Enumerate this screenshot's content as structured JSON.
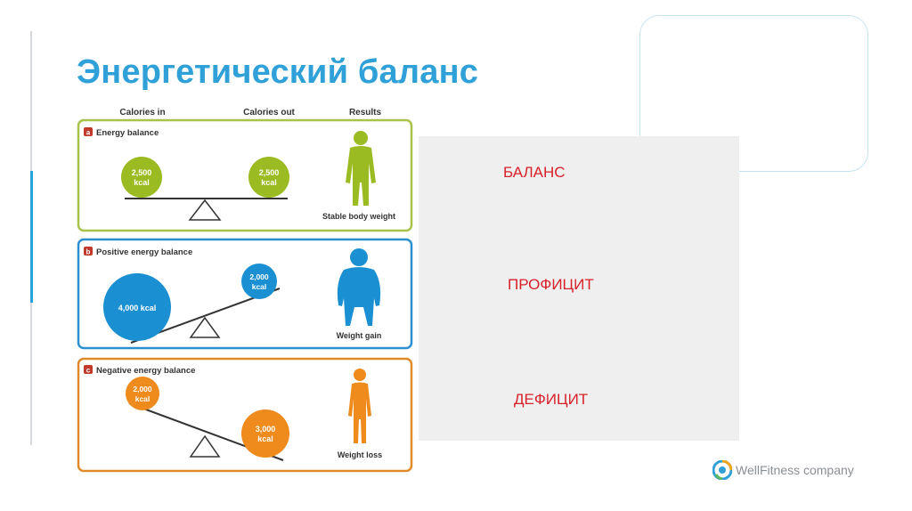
{
  "slide": {
    "title": "Энергетический баланс",
    "brand": "WellFitness company",
    "result_labels": [
      "БАЛАНС",
      "ПРОФИЦИТ",
      "ДЕФИЦИТ"
    ]
  },
  "diagram": {
    "headers": [
      "Calories in",
      "Calories out",
      "Results"
    ],
    "panels": [
      {
        "letter": "a",
        "title": "Energy balance",
        "in_value": "2,500",
        "in_unit": "kcal",
        "out_value": "2,500",
        "out_unit": "kcal",
        "result": "Stable body weight",
        "color": "#9bbb22"
      },
      {
        "letter": "b",
        "title": "Positive energy balance",
        "in_value": "4,000 kcal",
        "out_value": "2,000",
        "out_unit": "kcal",
        "result": "Weight gain",
        "color": "#1a8fd1"
      },
      {
        "letter": "c",
        "title": "Negative energy balance",
        "in_value": "2,000",
        "in_unit": "kcal",
        "out_value": "3,000",
        "out_unit": "kcal",
        "result": "Weight loss",
        "color": "#ef8a1c"
      }
    ]
  },
  "colors": {
    "title": "#2fa1d8",
    "result_labels": "#d8202a",
    "green": "#9bbb22",
    "blue": "#1a8fd1",
    "orange": "#ef8a1c"
  }
}
